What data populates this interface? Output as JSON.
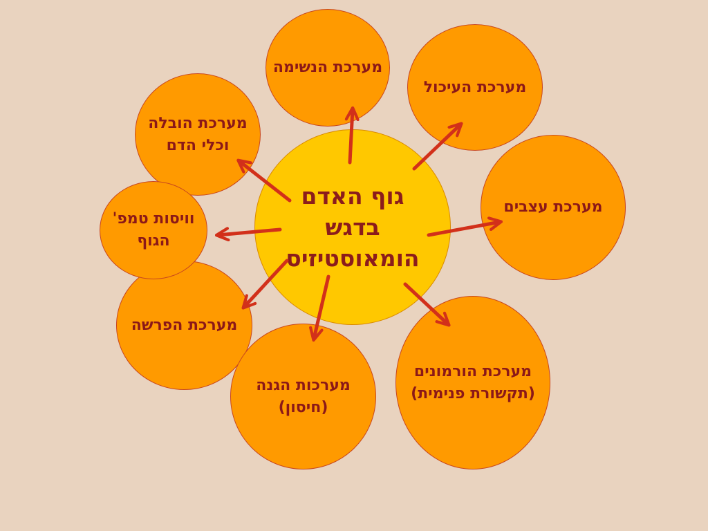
{
  "center": {
    "label": "גוף האדם\nבדגש\nהומאוסטיזיס"
  },
  "systems": {
    "respiratory": "מערכת הנשימה",
    "digestive": "מערכת העיכול",
    "circulatory": "מערכת הובלה\nוכלי הדם",
    "nervous": "מערכת עצבים",
    "temperature": "וויסות טמפ'\nהגוף",
    "excretory": "מערכת הפרשה",
    "hormonal": "מערכת הורמונים\n(תקשורת פנימית)",
    "immune": "מערכות הגנה\n(חיסון)"
  },
  "colors": {
    "background": "#e9d3bf",
    "center_fill": "#ffc800",
    "node_fill": "#ff9a00",
    "node_border": "#c8461e",
    "text": "#8b1818",
    "arrow": "#d2301a"
  }
}
